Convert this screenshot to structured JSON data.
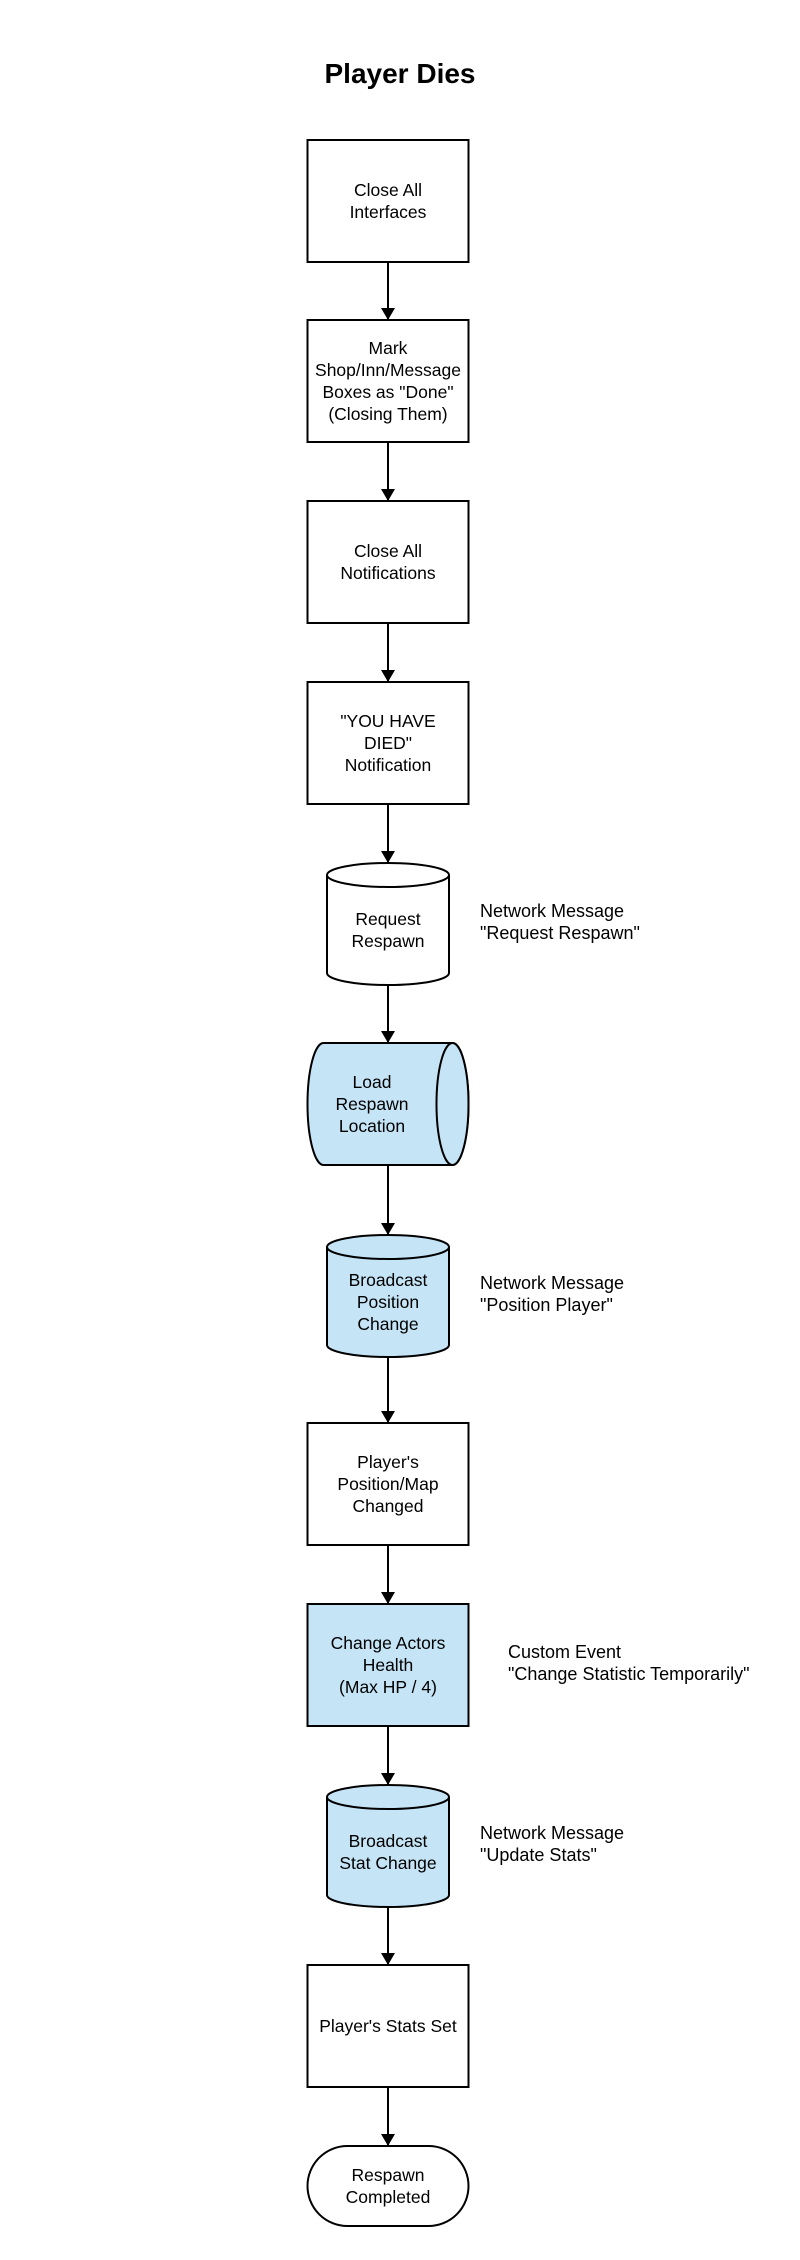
{
  "title": "Player Dies",
  "nodes": [
    {
      "id": "close-interfaces",
      "lines": [
        "Close All",
        "Interfaces"
      ],
      "shape": "rect",
      "fill": "#ffffff"
    },
    {
      "id": "mark-boxes-done",
      "lines": [
        "Mark",
        "Shop/Inn/Message",
        "Boxes as \"Done\"",
        "(Closing Them)"
      ],
      "shape": "rect",
      "fill": "#ffffff"
    },
    {
      "id": "close-notifications",
      "lines": [
        "Close All",
        "Notifications"
      ],
      "shape": "rect",
      "fill": "#ffffff"
    },
    {
      "id": "you-have-died",
      "lines": [
        "\"YOU HAVE",
        "DIED\"",
        "Notification"
      ],
      "shape": "rect",
      "fill": "#ffffff"
    },
    {
      "id": "request-respawn",
      "lines": [
        "Request",
        "Respawn"
      ],
      "shape": "cylinder",
      "fill": "#ffffff"
    },
    {
      "id": "load-respawn-location",
      "lines": [
        "Load",
        "Respawn",
        "Location"
      ],
      "shape": "drum",
      "fill": "#c5e5f7"
    },
    {
      "id": "broadcast-position-change",
      "lines": [
        "Broadcast",
        "Position",
        "Change"
      ],
      "shape": "cylinder",
      "fill": "#c5e5f7"
    },
    {
      "id": "position-map-changed",
      "lines": [
        "Player's",
        "Position/Map",
        "Changed"
      ],
      "shape": "rect",
      "fill": "#ffffff"
    },
    {
      "id": "change-actors-health",
      "lines": [
        "Change Actors",
        "Health",
        "(Max HP / 4)"
      ],
      "shape": "rect",
      "fill": "#c5e5f7"
    },
    {
      "id": "broadcast-stat-change",
      "lines": [
        "Broadcast",
        "Stat Change"
      ],
      "shape": "cylinder",
      "fill": "#c5e5f7"
    },
    {
      "id": "stats-set",
      "lines": [
        "Player's Stats Set"
      ],
      "shape": "rect",
      "fill": "#ffffff"
    },
    {
      "id": "respawn-completed",
      "lines": [
        "Respawn",
        "Completed"
      ],
      "shape": "terminal",
      "fill": "#ffffff"
    }
  ],
  "annotations": [
    {
      "node": "request-respawn",
      "lines": [
        "Network Message",
        "\"Request Respawn\""
      ]
    },
    {
      "node": "broadcast-position-change",
      "lines": [
        "Network Message",
        "\"Position Player\""
      ]
    },
    {
      "node": "change-actors-health",
      "lines": [
        "Custom Event",
        "\"Change Statistic Temporarily\""
      ]
    },
    {
      "node": "broadcast-stat-change",
      "lines": [
        "Network Message",
        "\"Update Stats\""
      ]
    }
  ],
  "stroke_color": "#000000"
}
